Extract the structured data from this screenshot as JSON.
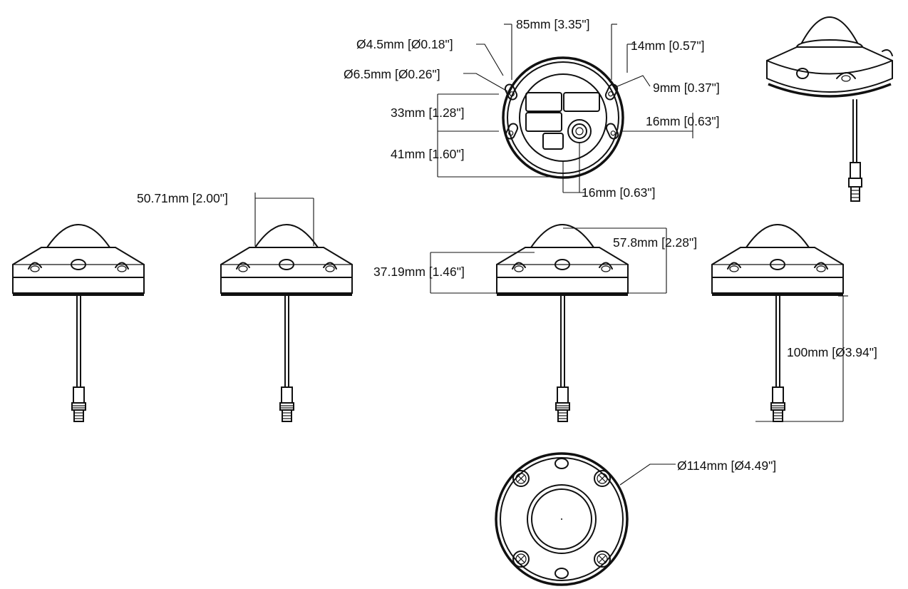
{
  "dimensions": {
    "width_85": "85mm [3.35\"]",
    "hole_small": "Ø4.5mm [Ø0.18\"]",
    "hole_large": "Ø6.5mm [Ø0.26\"]",
    "offset_14": "14mm [0.57\"]",
    "offset_9": "9mm [0.37\"]",
    "vert_33": "33mm [1.28\"]",
    "horiz_16_right": "16mm [0.63\"]",
    "vert_41": "41mm [1.60\"]",
    "horiz_16_bottom": "16mm [0.63\"]",
    "dome_width": "50.71mm [2.00\"]",
    "total_height": "57.8mm [2.28\"]",
    "body_height": "37.19mm [1.46\"]",
    "cable_length": "100mm [Ø3.94\"]",
    "diameter": "Ø114mm [Ø4.49\"]"
  }
}
